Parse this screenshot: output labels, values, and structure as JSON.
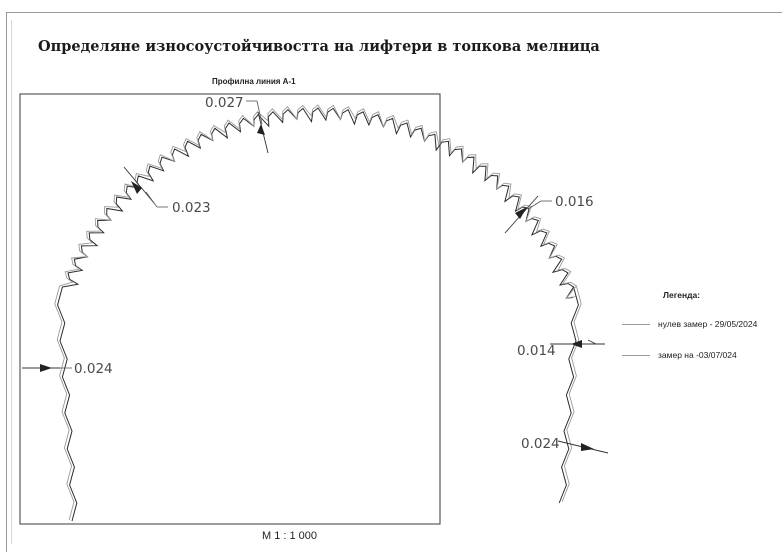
{
  "title": "Определяне износоустойчивостта на лифтери в топкова мелница",
  "subtitle": "Профилна линия А-1",
  "scale": "М 1 : 1 000",
  "legend": {
    "title": "Легенда:",
    "items": [
      {
        "label": "нулев замер - 29/05/2024",
        "color": "#9a9a9a"
      },
      {
        "label": "замер на -03/07/024",
        "color": "#9a9a9a"
      }
    ]
  },
  "measurements": [
    {
      "label": "0.027"
    },
    {
      "label": "0.023"
    },
    {
      "label": "0.016"
    },
    {
      "label": "0.024"
    },
    {
      "label": "0.014"
    },
    {
      "label": "0.024"
    }
  ],
  "profile": {
    "outer_color": "#2a2a2a",
    "inner_color": "#9a9a9a"
  }
}
